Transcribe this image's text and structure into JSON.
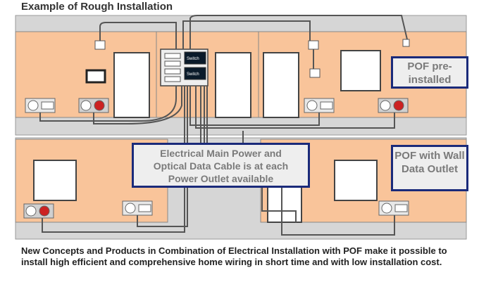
{
  "title": "Example of Rough Installation",
  "callouts": {
    "pof_preinstalled": "POF pre-\ninstalled",
    "main_power": "Electrical Main Power and\nOptical Data Cable is at each\nPower Outlet available",
    "pof_wall_outlet": "POF with Wall\nData Outlet"
  },
  "switch_labels": [
    "Switch",
    "Switch"
  ],
  "caption": "New Concepts and Products in Combination of Electrical Installation with POF make it possible to install  high efficient and comprehensive home wiring in short time and with low installation cost.",
  "colors": {
    "wall": "#f9c49a",
    "floor": "#d6d6d6",
    "box_border": "#1a2a7a",
    "cable": "#555555",
    "socket_red": "#cc2222"
  }
}
